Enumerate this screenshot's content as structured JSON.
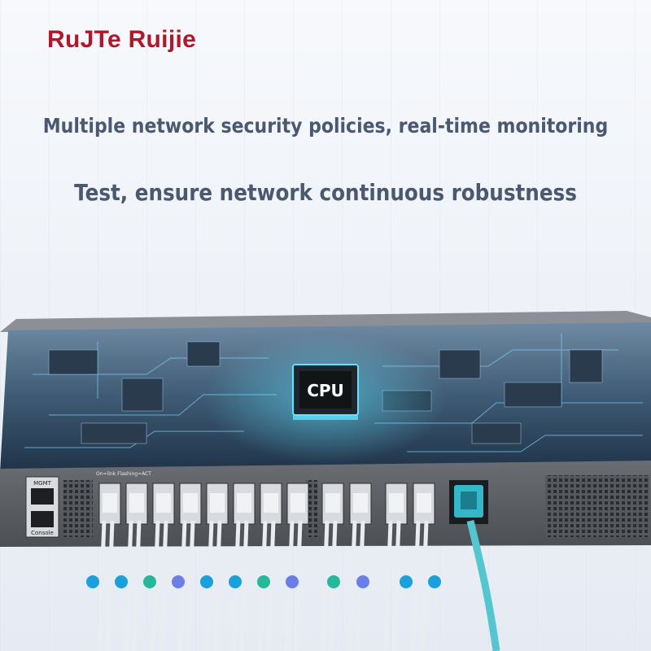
{
  "brand": {
    "name": "RuJTe Ruijie"
  },
  "headlines": {
    "line1": "Multiple network security policies, real-time monitoring",
    "line2": "Test, ensure network continuous robustness"
  },
  "device": {
    "chip_label": "CPU",
    "mgmt_label": "MGMT",
    "console_label": "Console",
    "status_label": "On=link Flashing=ACT"
  },
  "cable_dots": {
    "colors": [
      "#1aa0dc",
      "#1aa0dc",
      "#26b89a",
      "#6a7ee8",
      "#1aa0dc",
      "#1aa0dc",
      "#26b89a",
      "#6a7ee8",
      "#26b89a",
      "#6a7ee8",
      "#1aa0dc",
      "#1aa0dc"
    ]
  },
  "colors": {
    "brand": "#b0172b",
    "headline": "#4a5870",
    "chassis": "#5b5e63",
    "board_glow": "#2fd6ff"
  }
}
